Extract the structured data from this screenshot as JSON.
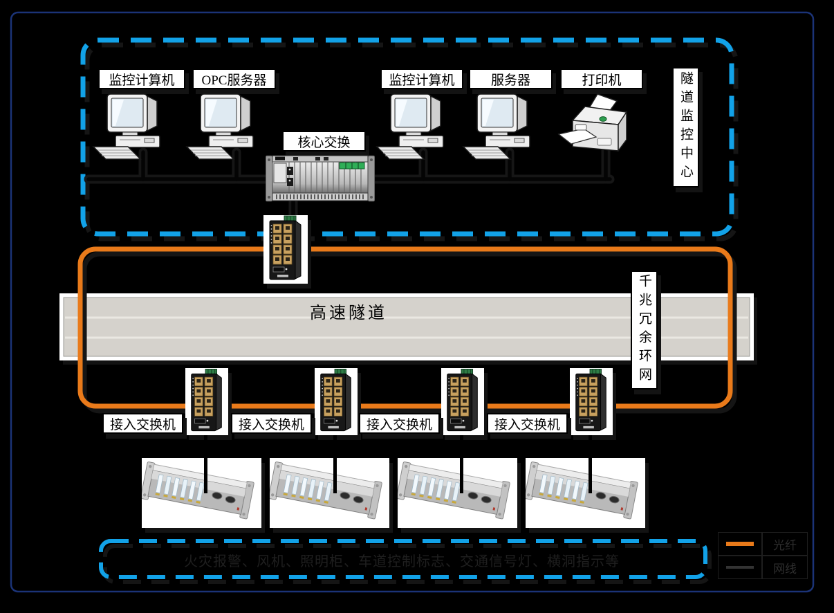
{
  "monitoring_center": {
    "title": "隧道监控中心",
    "devices": [
      {
        "label": "监控计算机",
        "type": "computer"
      },
      {
        "label": "OPC服务器",
        "type": "computer"
      },
      {
        "label": "核心交换",
        "type": "core-switch-rack"
      },
      {
        "label": "监控计算机",
        "type": "computer"
      },
      {
        "label": "服务器",
        "type": "computer"
      },
      {
        "label": "打印机",
        "type": "printer"
      }
    ]
  },
  "ring_network": {
    "label": "千兆冗余环网",
    "color": "#e97a1a"
  },
  "tunnel": {
    "label": "高速隧道"
  },
  "access_switches": [
    {
      "label": "接入交换机"
    },
    {
      "label": "接入交换机"
    },
    {
      "label": "接入交换机"
    },
    {
      "label": "接入交换机"
    }
  ],
  "field_devices": {
    "text": "火灾报警、风机、照明柜、车道控制标志、交通信号灯、横洞指示等"
  },
  "legend": {
    "items": [
      {
        "label": "光纤",
        "color": "#e97a1a"
      },
      {
        "label": "网线",
        "color": "#333333"
      }
    ]
  },
  "colors": {
    "background": "#000000",
    "outer_frame": "#1b3377",
    "dashed_box": "#12a2e8",
    "ring": "#e97a1a",
    "tunnel_fill": "#d5d2cc",
    "label_background": "#ffffff"
  }
}
